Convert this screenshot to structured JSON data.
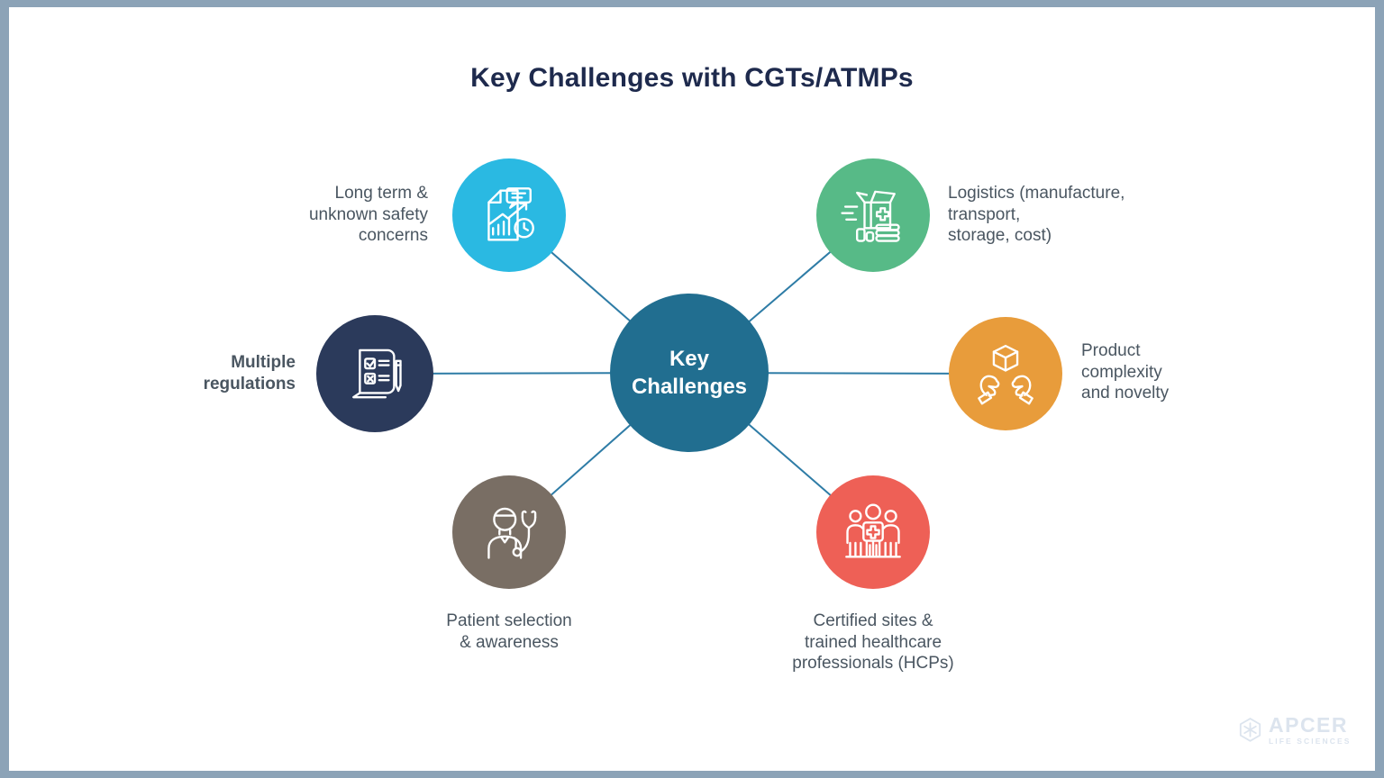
{
  "title": "Key Challenges with CGTs/ATMPs",
  "colors": {
    "frame_border": "#8ca3b7",
    "background": "#ffffff",
    "title_text": "#1e2a4d",
    "label_text": "#4a5661",
    "connector_line": "#2e7ca6",
    "center_circle": "#216e90",
    "center_text": "#ffffff",
    "logo": "#dce4ee"
  },
  "center_node": {
    "label": "Key\nChallenges"
  },
  "nodes": [
    {
      "id": "long-term-safety",
      "label": "Long term &\nunknown safety\nconcerns",
      "circle_color": "#2ab9e2",
      "icon": "report-trend-clock-icon",
      "label_align": "right"
    },
    {
      "id": "logistics",
      "label": "Logistics (manufacture,\ntransport,\nstorage, cost)",
      "circle_color": "#57ba87",
      "icon": "logistics-box-icon",
      "label_align": "left"
    },
    {
      "id": "multiple-regulations",
      "label": "Multiple\nregulations",
      "circle_color": "#2b3a5b",
      "icon": "regulations-scroll-icon",
      "label_align": "right",
      "label_weight": "bold"
    },
    {
      "id": "product-complexity",
      "label": "Product\ncomplexity\nand novelty",
      "circle_color": "#e89c3b",
      "icon": "hands-cube-icon",
      "label_align": "left"
    },
    {
      "id": "patient-selection",
      "label": "Patient selection\n& awareness",
      "circle_color": "#796e64",
      "icon": "doctor-stethoscope-icon",
      "label_align": "center"
    },
    {
      "id": "certified-sites",
      "label": "Certified sites &\ntrained healthcare\nprofessionals (HCPs)",
      "circle_color": "#ee6056",
      "icon": "healthcare-team-icon",
      "label_align": "center"
    }
  ],
  "logo": {
    "brand": "APCER",
    "tagline": "LIFE SCIENCES"
  }
}
